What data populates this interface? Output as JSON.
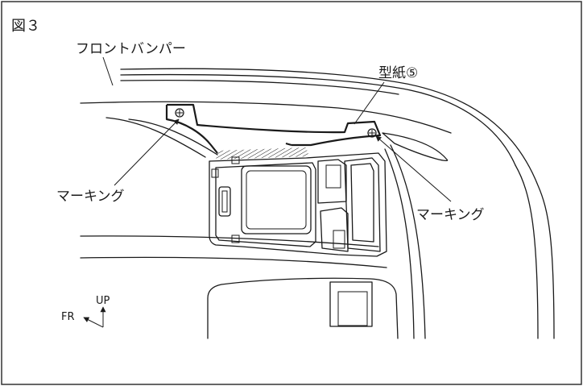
{
  "figure": {
    "label": "図３",
    "bumper_label": "フロントバンパー",
    "template_label": "型紙⑤",
    "marking_left_label": "マーキング",
    "marking_right_label": "マーキング",
    "direction_up": "UP",
    "direction_fr": "FR"
  }
}
